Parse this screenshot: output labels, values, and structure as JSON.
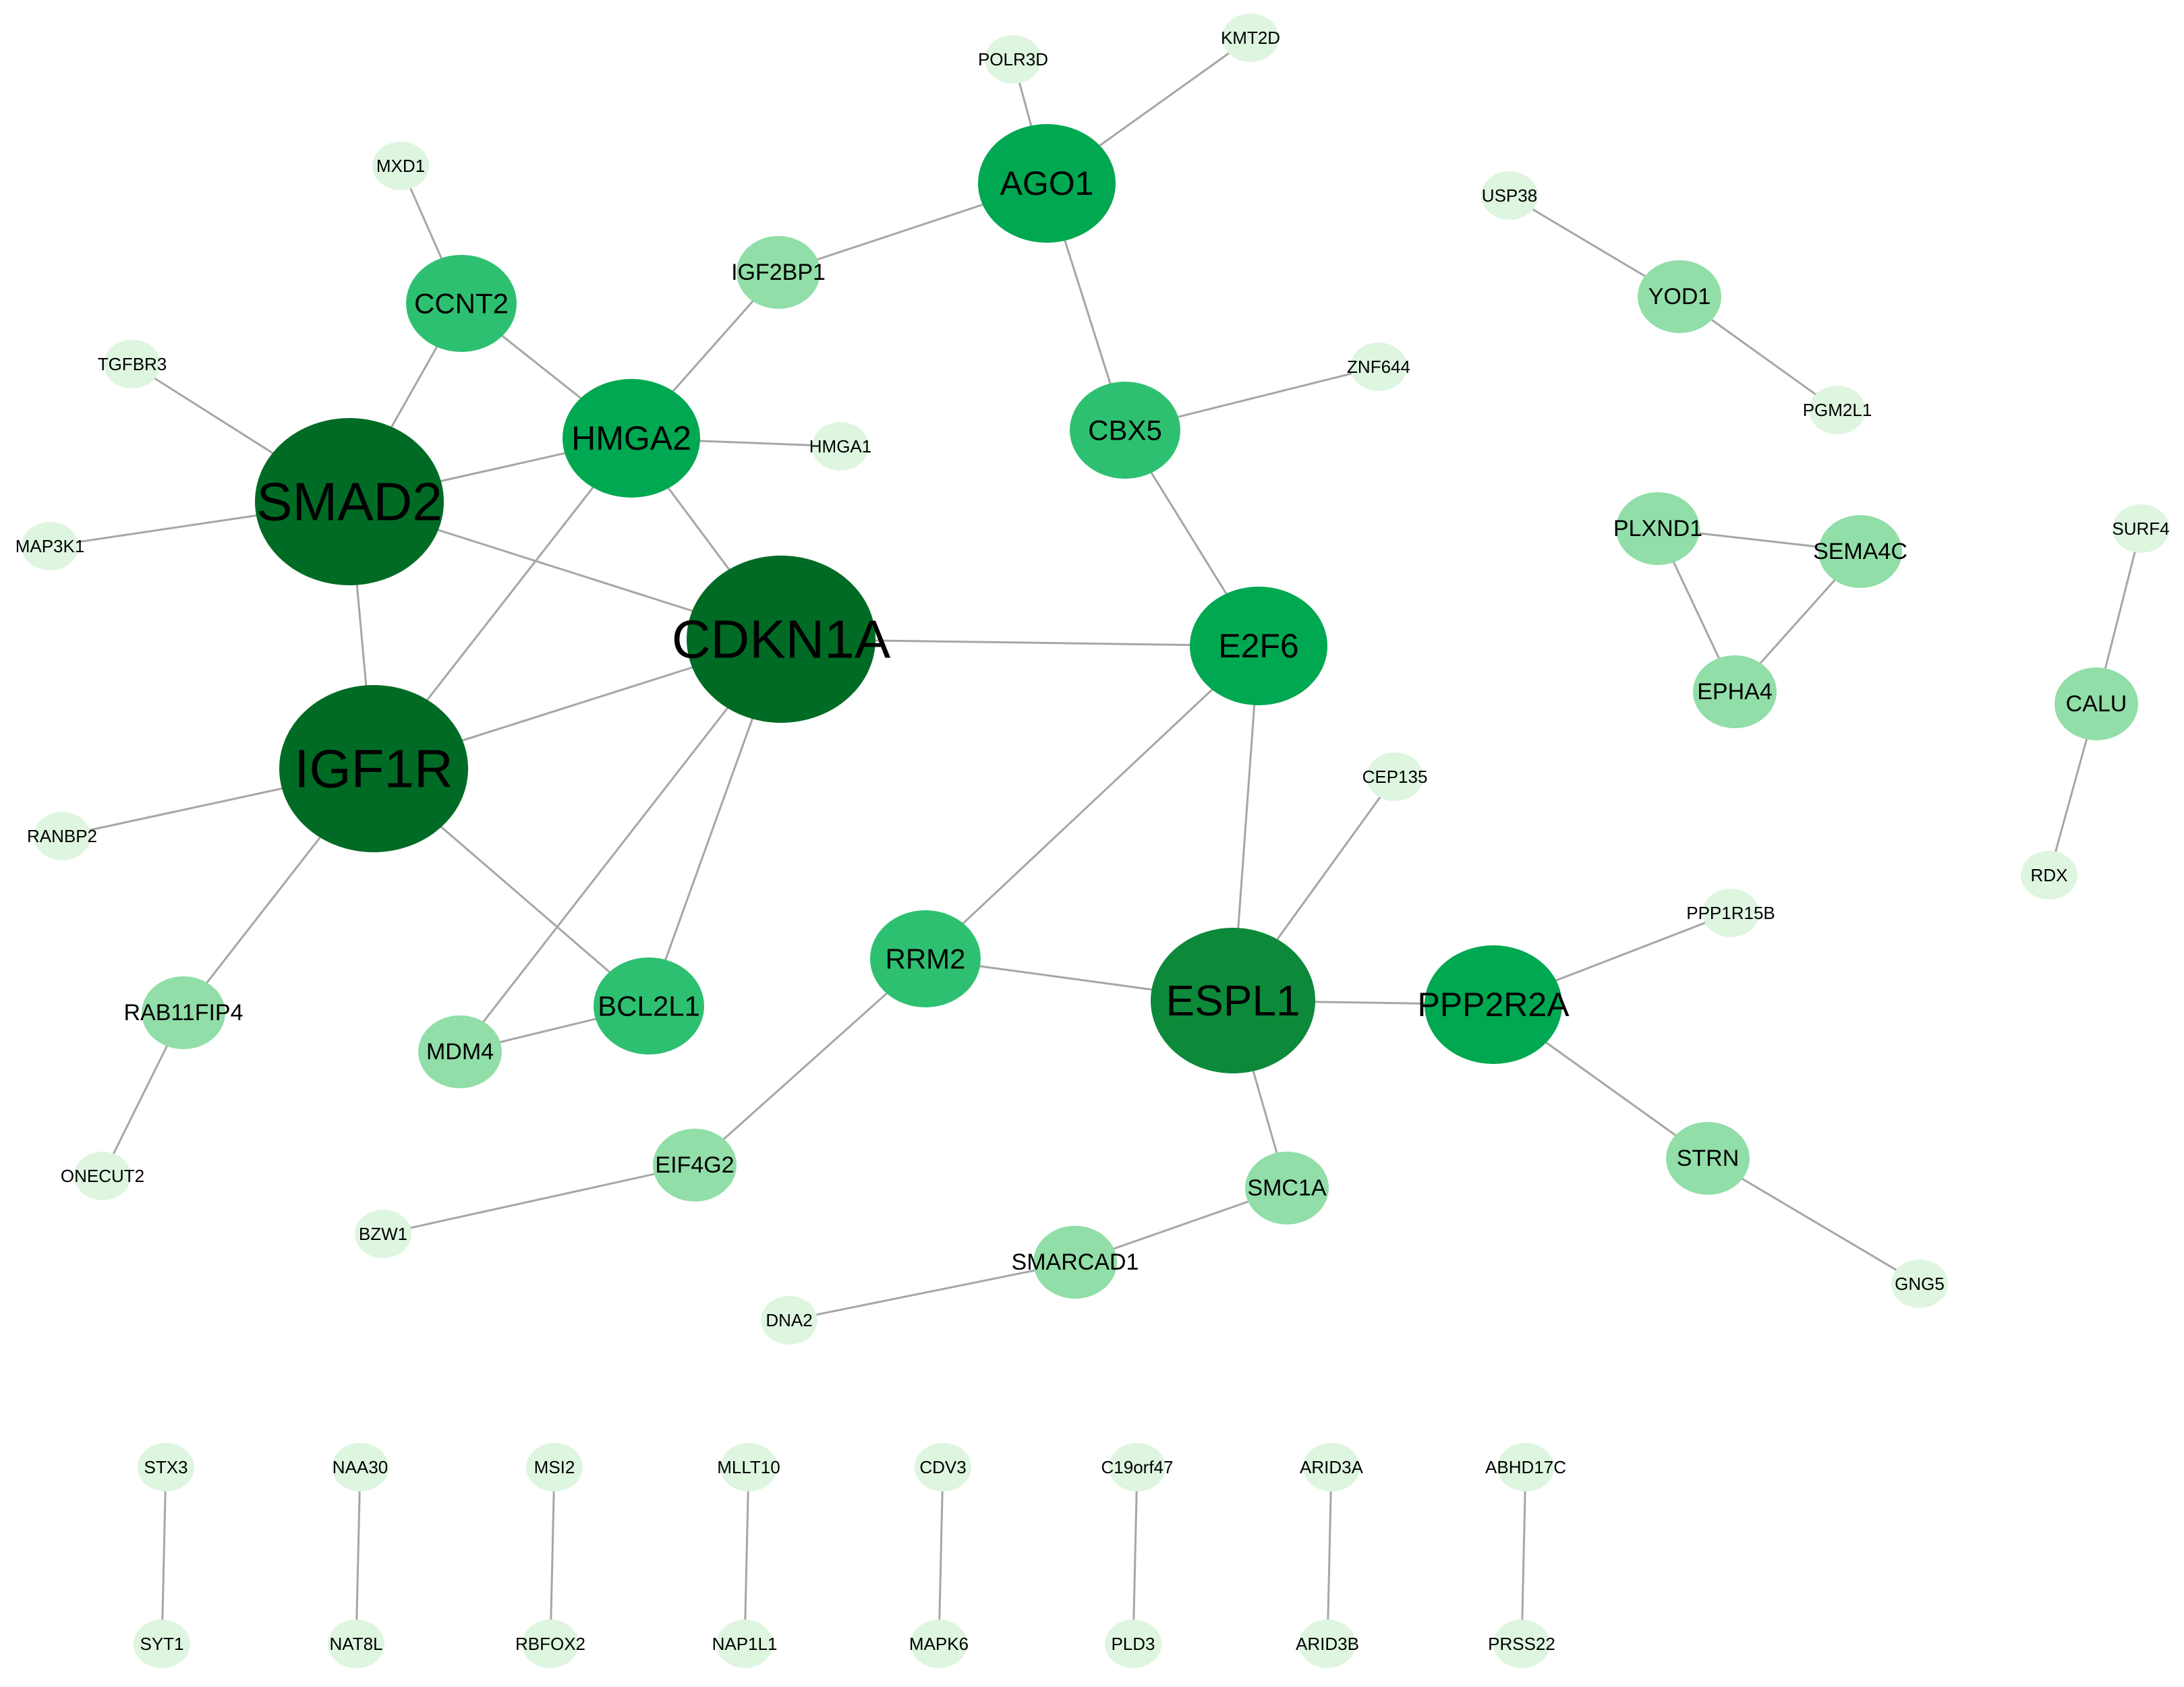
{
  "colors": {
    "level5": "#006b24",
    "level4": "#0c8a3a",
    "level3": "#00a851",
    "level2": "#2ec071",
    "level1": "#91dea8",
    "level0": "#def5df",
    "edge": "#a6a6a6"
  },
  "nodes": [
    {
      "id": "SMAD2",
      "label": "SMAD2",
      "level": 5
    },
    {
      "id": "IGF1R",
      "label": "IGF1R",
      "level": 5
    },
    {
      "id": "CDKN1A",
      "label": "CDKN1A",
      "level": 5
    },
    {
      "id": "ESPL1",
      "label": "ESPL1",
      "level": 4
    },
    {
      "id": "AGO1",
      "label": "AGO1",
      "level": 3
    },
    {
      "id": "HMGA2",
      "label": "HMGA2",
      "level": 3
    },
    {
      "id": "E2F6",
      "label": "E2F6",
      "level": 3
    },
    {
      "id": "PPP2R2A",
      "label": "PPP2R2A",
      "level": 3
    },
    {
      "id": "CCNT2",
      "label": "CCNT2",
      "level": 2
    },
    {
      "id": "CBX5",
      "label": "CBX5",
      "level": 2
    },
    {
      "id": "BCL2L1",
      "label": "BCL2L1",
      "level": 2
    },
    {
      "id": "RRM2",
      "label": "RRM2",
      "level": 2
    },
    {
      "id": "IGF2BP1",
      "label": "IGF2BP1",
      "level": 1
    },
    {
      "id": "MDM4",
      "label": "MDM4",
      "level": 1
    },
    {
      "id": "RAB11FIP4",
      "label": "RAB11FIP4",
      "level": 1
    },
    {
      "id": "EIF4G2",
      "label": "EIF4G2",
      "level": 1
    },
    {
      "id": "SMC1A",
      "label": "SMC1A",
      "level": 1
    },
    {
      "id": "SMARCAD1",
      "label": "SMARCAD1",
      "level": 1
    },
    {
      "id": "STRN",
      "label": "STRN",
      "level": 1
    },
    {
      "id": "YOD1",
      "label": "YOD1",
      "level": 1
    },
    {
      "id": "PLXND1",
      "label": "PLXND1",
      "level": 1
    },
    {
      "id": "SEMA4C",
      "label": "SEMA4C",
      "level": 1
    },
    {
      "id": "EPHA4",
      "label": "EPHA4",
      "level": 1
    },
    {
      "id": "CALU",
      "label": "CALU",
      "level": 1
    },
    {
      "id": "MXD1",
      "label": "MXD1",
      "level": 0
    },
    {
      "id": "TGFBR3",
      "label": "TGFBR3",
      "level": 0
    },
    {
      "id": "MAP3K1",
      "label": "MAP3K1",
      "level": 0
    },
    {
      "id": "RANBP2",
      "label": "RANBP2",
      "level": 0
    },
    {
      "id": "ONECUT2",
      "label": "ONECUT2",
      "level": 0
    },
    {
      "id": "HMGA1",
      "label": "HMGA1",
      "level": 0
    },
    {
      "id": "POLR3D",
      "label": "POLR3D",
      "level": 0
    },
    {
      "id": "KMT2D",
      "label": "KMT2D",
      "level": 0
    },
    {
      "id": "ZNF644",
      "label": "ZNF644",
      "level": 0
    },
    {
      "id": "CEP135",
      "label": "CEP135",
      "level": 0
    },
    {
      "id": "PPP1R15B",
      "label": "PPP1R15B",
      "level": 0
    },
    {
      "id": "GNG5",
      "label": "GNG5",
      "level": 0
    },
    {
      "id": "BZW1",
      "label": "BZW1",
      "level": 0
    },
    {
      "id": "DNA2",
      "label": "DNA2",
      "level": 0
    },
    {
      "id": "USP38",
      "label": "USP38",
      "level": 0
    },
    {
      "id": "PGM2L1",
      "label": "PGM2L1",
      "level": 0
    },
    {
      "id": "SURF4",
      "label": "SURF4",
      "level": 0
    },
    {
      "id": "RDX",
      "label": "RDX",
      "level": 0
    },
    {
      "id": "STX3",
      "label": "STX3",
      "level": 0
    },
    {
      "id": "SYT1",
      "label": "SYT1",
      "level": 0
    },
    {
      "id": "NAA30",
      "label": "NAA30",
      "level": 0
    },
    {
      "id": "NAT8L",
      "label": "NAT8L",
      "level": 0
    },
    {
      "id": "MSI2",
      "label": "MSI2",
      "level": 0
    },
    {
      "id": "RBFOX2",
      "label": "RBFOX2",
      "level": 0
    },
    {
      "id": "MLLT10",
      "label": "MLLT10",
      "level": 0
    },
    {
      "id": "NAP1L1",
      "label": "NAP1L1",
      "level": 0
    },
    {
      "id": "CDV3",
      "label": "CDV3",
      "level": 0
    },
    {
      "id": "MAPK6",
      "label": "MAPK6",
      "level": 0
    },
    {
      "id": "C19orf47",
      "label": "C19orf47",
      "level": 0
    },
    {
      "id": "PLD3",
      "label": "PLD3",
      "level": 0
    },
    {
      "id": "ARID3A",
      "label": "ARID3A",
      "level": 0
    },
    {
      "id": "ARID3B",
      "label": "ARID3B",
      "level": 0
    },
    {
      "id": "ABHD17C",
      "label": "ABHD17C",
      "level": 0
    },
    {
      "id": "PRSS22",
      "label": "PRSS22",
      "level": 0
    }
  ],
  "edges": [
    [
      "MXD1",
      "CCNT2"
    ],
    [
      "CCNT2",
      "SMAD2"
    ],
    [
      "CCNT2",
      "HMGA2"
    ],
    [
      "TGFBR3",
      "SMAD2"
    ],
    [
      "MAP3K1",
      "SMAD2"
    ],
    [
      "SMAD2",
      "HMGA2"
    ],
    [
      "SMAD2",
      "CDKN1A"
    ],
    [
      "SMAD2",
      "IGF1R"
    ],
    [
      "HMGA2",
      "IGF2BP1"
    ],
    [
      "HMGA2",
      "HMGA1"
    ],
    [
      "HMGA2",
      "CDKN1A"
    ],
    [
      "HMGA2",
      "IGF1R"
    ],
    [
      "IGF2BP1",
      "AGO1"
    ],
    [
      "AGO1",
      "POLR3D"
    ],
    [
      "AGO1",
      "KMT2D"
    ],
    [
      "AGO1",
      "CBX5"
    ],
    [
      "CBX5",
      "ZNF644"
    ],
    [
      "CBX5",
      "E2F6"
    ],
    [
      "CDKN1A",
      "E2F6"
    ],
    [
      "CDKN1A",
      "IGF1R"
    ],
    [
      "CDKN1A",
      "MDM4"
    ],
    [
      "CDKN1A",
      "BCL2L1"
    ],
    [
      "IGF1R",
      "RANBP2"
    ],
    [
      "IGF1R",
      "RAB11FIP4"
    ],
    [
      "IGF1R",
      "BCL2L1"
    ],
    [
      "RAB11FIP4",
      "ONECUT2"
    ],
    [
      "MDM4",
      "BCL2L1"
    ],
    [
      "E2F6",
      "RRM2"
    ],
    [
      "E2F6",
      "ESPL1"
    ],
    [
      "RRM2",
      "ESPL1"
    ],
    [
      "RRM2",
      "EIF4G2"
    ],
    [
      "EIF4G2",
      "BZW1"
    ],
    [
      "ESPL1",
      "CEP135"
    ],
    [
      "ESPL1",
      "PPP2R2A"
    ],
    [
      "ESPL1",
      "SMC1A"
    ],
    [
      "SMC1A",
      "SMARCAD1"
    ],
    [
      "SMARCAD1",
      "DNA2"
    ],
    [
      "PPP2R2A",
      "PPP1R15B"
    ],
    [
      "PPP2R2A",
      "STRN"
    ],
    [
      "STRN",
      "GNG5"
    ],
    [
      "USP38",
      "YOD1"
    ],
    [
      "YOD1",
      "PGM2L1"
    ],
    [
      "PLXND1",
      "SEMA4C"
    ],
    [
      "PLXND1",
      "EPHA4"
    ],
    [
      "SEMA4C",
      "EPHA4"
    ],
    [
      "SURF4",
      "CALU"
    ],
    [
      "CALU",
      "RDX"
    ],
    [
      "STX3",
      "SYT1"
    ],
    [
      "NAA30",
      "NAT8L"
    ],
    [
      "MSI2",
      "RBFOX2"
    ],
    [
      "MLLT10",
      "NAP1L1"
    ],
    [
      "CDV3",
      "MAPK6"
    ],
    [
      "C19orf47",
      "PLD3"
    ],
    [
      "ARID3A",
      "ARID3B"
    ],
    [
      "ABHD17C",
      "PRSS22"
    ]
  ]
}
